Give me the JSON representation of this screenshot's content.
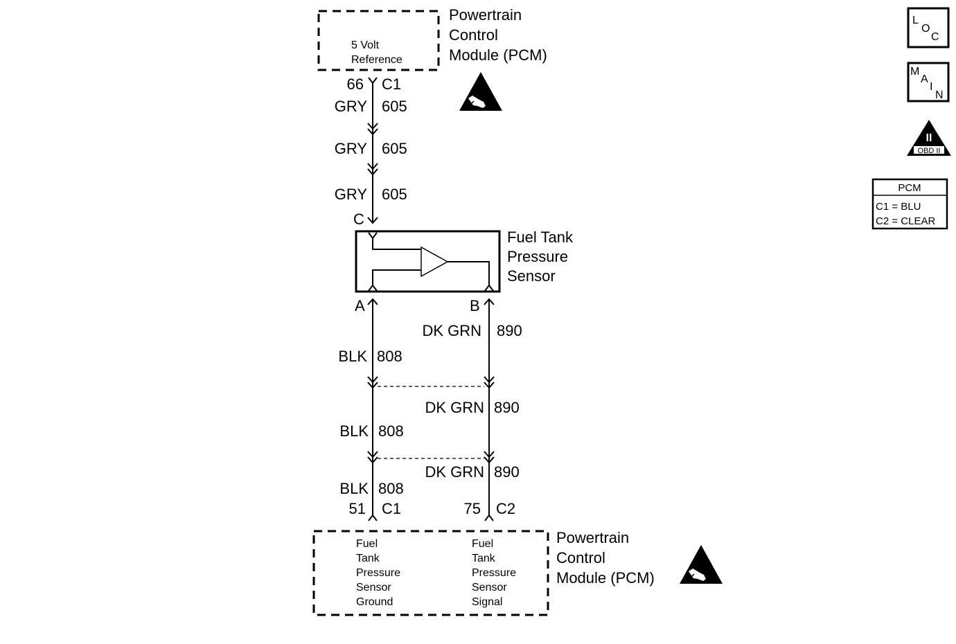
{
  "pcm_top": {
    "title": [
      "Powertrain",
      "Control",
      "Module (PCM)"
    ],
    "ref": [
      "5 Volt",
      "Reference"
    ],
    "pin": "66",
    "connector": "C1"
  },
  "wire_605": {
    "color": "GRY",
    "circuit": "605"
  },
  "sensor": {
    "title": [
      "Fuel Tank",
      "Pressure",
      "Sensor"
    ],
    "pin_c": "C",
    "pin_a": "A",
    "pin_b": "B"
  },
  "wire_808": {
    "color": "BLK",
    "circuit": "808"
  },
  "wire_890": {
    "color": "DK GRN",
    "circuit": "890"
  },
  "pcm_bottom": {
    "title": [
      "Powertrain",
      "Control",
      "Module (PCM)"
    ],
    "ground": [
      "Fuel",
      "Tank",
      "Pressure",
      "Sensor",
      "Ground"
    ],
    "signal": [
      "Fuel",
      "Tank",
      "Pressure",
      "Sensor",
      "Signal"
    ],
    "ground_pin": "51",
    "ground_connector": "C1",
    "signal_pin": "75",
    "signal_connector": "C2"
  },
  "legend": {
    "loc": [
      "L",
      "O",
      "C"
    ],
    "main": [
      "M",
      "A",
      "I",
      "N"
    ],
    "obd": {
      "symbol": "II",
      "label": "OBD II"
    },
    "pcm_table": {
      "header": "PCM",
      "rows": [
        "C1 = BLU",
        "C2 = CLEAR"
      ]
    }
  }
}
